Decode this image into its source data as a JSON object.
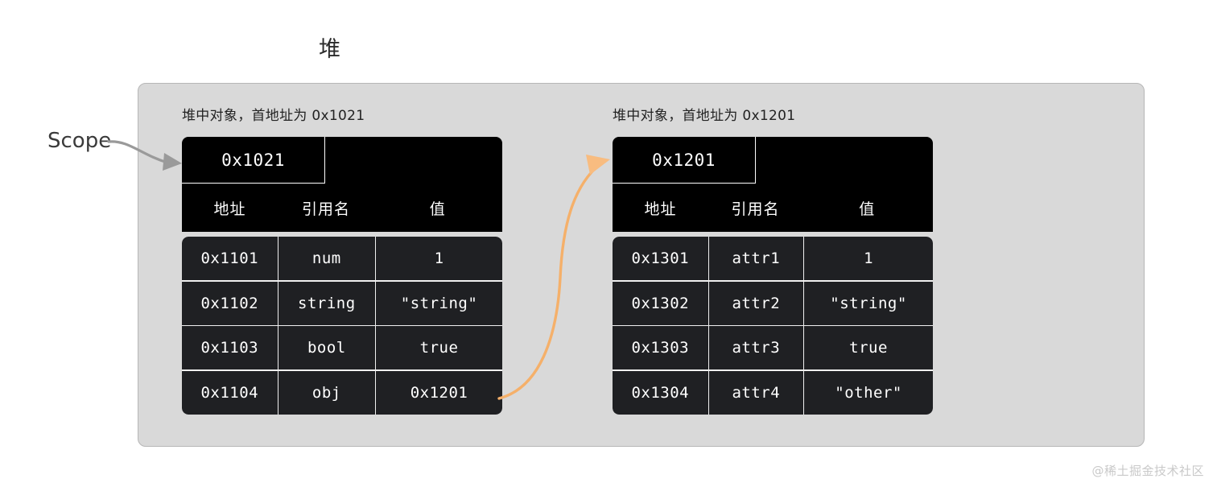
{
  "title": "堆",
  "scope_label": "Scope",
  "watermark": "@稀土掘金技术社区",
  "columns": [
    "地址",
    "引用名",
    "值"
  ],
  "objects": [
    {
      "caption": "堆中对象，首地址为 0x1021",
      "address": "0x1021",
      "rows": [
        {
          "address": "0x1101",
          "name": "num",
          "value": "1"
        },
        {
          "address": "0x1102",
          "name": "string",
          "value": "\"string\""
        },
        {
          "address": "0x1103",
          "name": "bool",
          "value": "true"
        },
        {
          "address": "0x1104",
          "name": "obj",
          "value": "0x1201"
        }
      ]
    },
    {
      "caption": "堆中对象，首地址为 0x1201",
      "address": "0x1201",
      "rows": [
        {
          "address": "0x1301",
          "name": "attr1",
          "value": "1"
        },
        {
          "address": "0x1302",
          "name": "attr2",
          "value": "\"string\""
        },
        {
          "address": "0x1303",
          "name": "attr3",
          "value": "true"
        },
        {
          "address": "0x1304",
          "name": "attr4",
          "value": "\"other\""
        }
      ]
    }
  ],
  "colors": {
    "container_bg": "#d9d9d9",
    "card_bg": "#000000",
    "cell_bg": "#1f2023",
    "reference_arrow": "#f5b06a",
    "scope_arrow": "#9a9a9a",
    "page_bg": "#ffffff"
  }
}
